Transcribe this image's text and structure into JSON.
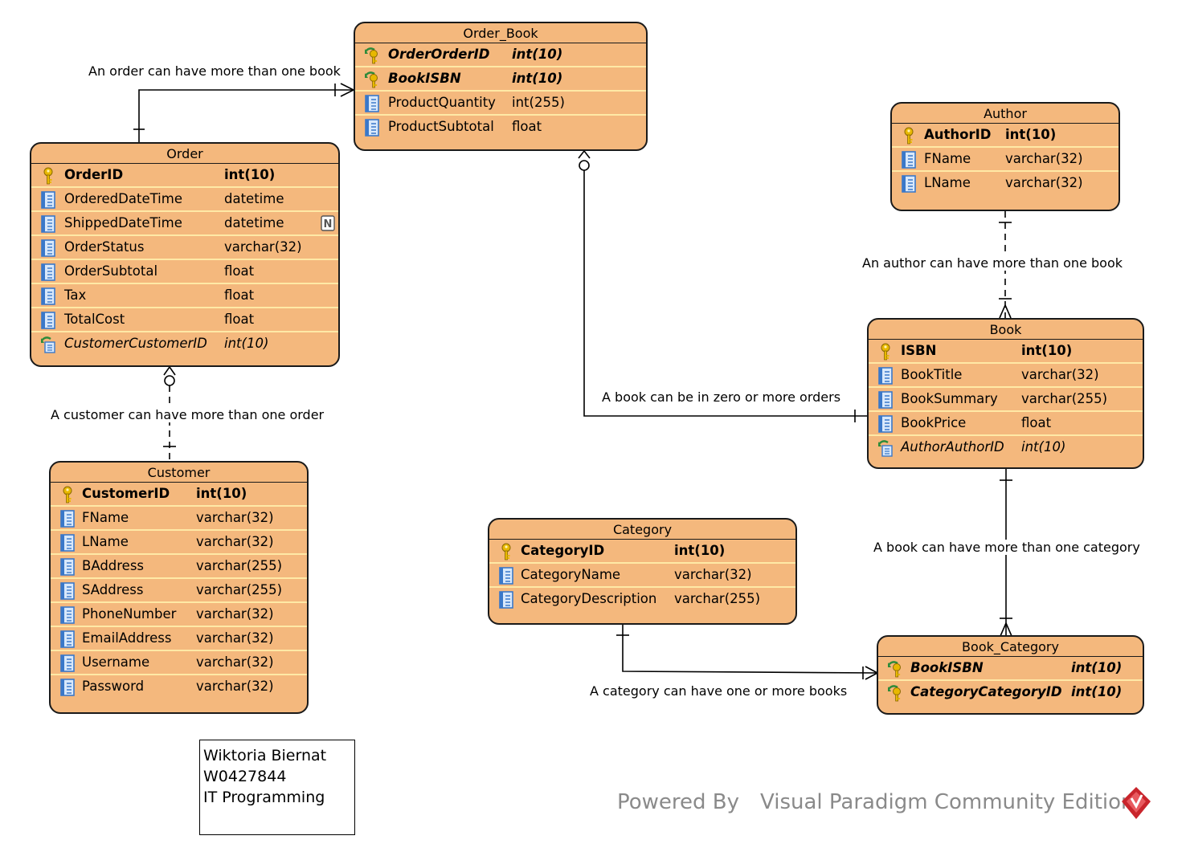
{
  "entities": {
    "order_book": {
      "title": "Order_Book",
      "columns": [
        {
          "name": "OrderOrderID",
          "type": "int(10)",
          "kind": "pkfk"
        },
        {
          "name": "BookISBN",
          "type": "int(10)",
          "kind": "pkfk"
        },
        {
          "name": "ProductQuantity",
          "type": "int(255)",
          "kind": "column"
        },
        {
          "name": "ProductSubtotal",
          "type": "float",
          "kind": "column"
        }
      ]
    },
    "order": {
      "title": "Order",
      "columns": [
        {
          "name": "OrderID",
          "type": "int(10)",
          "kind": "pk"
        },
        {
          "name": "OrderedDateTime",
          "type": "datetime",
          "kind": "column"
        },
        {
          "name": "ShippedDateTime",
          "type": "datetime",
          "kind": "column",
          "nullable": true
        },
        {
          "name": "OrderStatus",
          "type": "varchar(32)",
          "kind": "column"
        },
        {
          "name": "OrderSubtotal",
          "type": "float",
          "kind": "column"
        },
        {
          "name": "Tax",
          "type": "float",
          "kind": "column"
        },
        {
          "name": "TotalCost",
          "type": "float",
          "kind": "column"
        },
        {
          "name": "CustomerCustomerID",
          "type": "int(10)",
          "kind": "fk"
        }
      ]
    },
    "author": {
      "title": "Author",
      "columns": [
        {
          "name": "AuthorID",
          "type": "int(10)",
          "kind": "pk"
        },
        {
          "name": "FName",
          "type": "varchar(32)",
          "kind": "column"
        },
        {
          "name": "LName",
          "type": "varchar(32)",
          "kind": "column"
        }
      ]
    },
    "book": {
      "title": "Book",
      "columns": [
        {
          "name": "ISBN",
          "type": "int(10)",
          "kind": "pk"
        },
        {
          "name": "BookTitle",
          "type": "varchar(32)",
          "kind": "column"
        },
        {
          "name": "BookSummary",
          "type": "varchar(255)",
          "kind": "column"
        },
        {
          "name": "BookPrice",
          "type": "float",
          "kind": "column"
        },
        {
          "name": "AuthorAuthorID",
          "type": "int(10)",
          "kind": "fk"
        }
      ]
    },
    "customer": {
      "title": "Customer",
      "columns": [
        {
          "name": "CustomerID",
          "type": "int(10)",
          "kind": "pk"
        },
        {
          "name": "FName",
          "type": "varchar(32)",
          "kind": "column"
        },
        {
          "name": "LName",
          "type": "varchar(32)",
          "kind": "column"
        },
        {
          "name": "BAddress",
          "type": "varchar(255)",
          "kind": "column"
        },
        {
          "name": "SAddress",
          "type": "varchar(255)",
          "kind": "column"
        },
        {
          "name": "PhoneNumber",
          "type": "varchar(32)",
          "kind": "column"
        },
        {
          "name": "EmailAddress",
          "type": "varchar(32)",
          "kind": "column"
        },
        {
          "name": "Username",
          "type": "varchar(32)",
          "kind": "column"
        },
        {
          "name": "Password",
          "type": "varchar(32)",
          "kind": "column"
        }
      ]
    },
    "category": {
      "title": "Category",
      "columns": [
        {
          "name": "CategoryID",
          "type": "int(10)",
          "kind": "pk"
        },
        {
          "name": "CategoryName",
          "type": "varchar(32)",
          "kind": "column"
        },
        {
          "name": "CategoryDescription",
          "type": "varchar(255)",
          "kind": "column"
        }
      ]
    },
    "book_category": {
      "title": "Book_Category",
      "columns": [
        {
          "name": "BookISBN",
          "type": "int(10)",
          "kind": "pkfk"
        },
        {
          "name": "CategoryCategoryID",
          "type": "int(10)",
          "kind": "pkfk"
        }
      ]
    }
  },
  "relationships": {
    "order_orderbook": "An order can have more than one book",
    "author_book": "An author can have more than one book",
    "book_orderbook": "A book can be in zero or more orders",
    "customer_order": "A customer can have more than one order",
    "book_bookcategory": "A book can have more than one category",
    "category_bookcategory": "A category can have one or more books"
  },
  "note": {
    "line1": "Wiktoria Biernat",
    "line2": "W0427844",
    "line3": "IT Programming"
  },
  "watermark": "Powered By Visual Paradigm Community Edition",
  "colors": {
    "entity_fill": "#f4b87d",
    "row_separator": "#ffe9a6",
    "key_gold": "#e8b800",
    "column_icon_blue": "#3a78c9",
    "watermark_gray": "#8a8a8a"
  }
}
